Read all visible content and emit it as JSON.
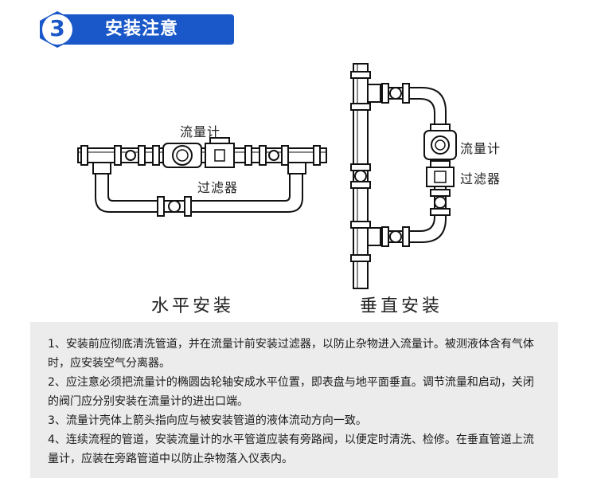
{
  "header": {
    "number": "3",
    "title": "安装注意",
    "accent_color": "#1a58c9"
  },
  "horizontal": {
    "flowmeter_label": "流量计",
    "filter_label": "过滤器",
    "caption": "水平安装"
  },
  "vertical": {
    "flowmeter_label": "流量计",
    "filter_label": "过滤器",
    "caption": "垂直安装"
  },
  "notes": [
    "1、安装前应彻底清洗管道，并在流量计前安装过滤器，以防止杂物进入流量计。被测液体含有气体时，应安装空气分离器。",
    "2、应注意必须把流量计的椭圆齿轮轴安成水平位置，即表盘与地平面垂直。调节流量和启动，关闭的阀门应分别安装在流量计的进出口端。",
    "3、流量计壳体上箭头指向应与被安装管道的液体流动方向一致。",
    "4、连续流程的管道，安装流量计的水平管道应装有旁路阀，以便定时清洗、检修。在垂直管道上流量计，应装在旁路管道中以防止杂物落入仪表内。"
  ],
  "notes_background": "#ececec"
}
